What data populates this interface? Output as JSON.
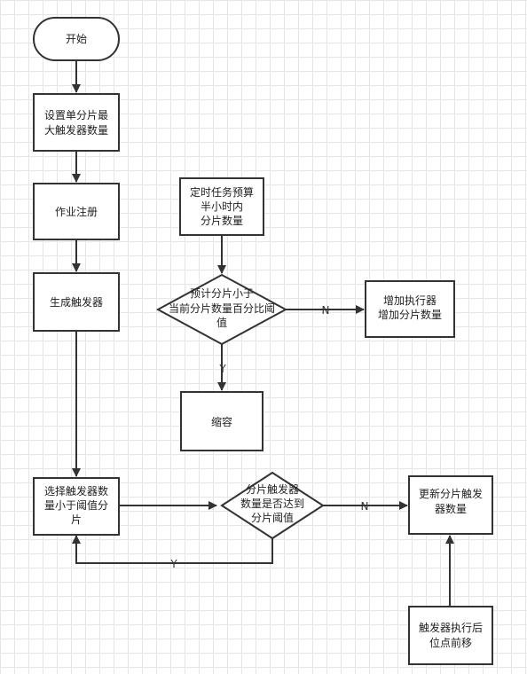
{
  "nodes": {
    "start": "开始",
    "set_max": [
      "设置单分片最",
      "大触发器数量"
    ],
    "register": "作业注册",
    "gen_trigger": "生成触发器",
    "timer": [
      "定时任务预算",
      "半小时内",
      "分片数量"
    ],
    "predict": [
      "预计分片小于",
      "当前分片数量百分比阈",
      "值"
    ],
    "add_exec": [
      "增加执行器",
      "增加分片数量"
    ],
    "shrink": "缩容",
    "select": [
      "选择触发器数",
      "量小于阈值分",
      "片"
    ],
    "reach": [
      "分片触发器",
      "数量是否达到",
      "分片阈值"
    ],
    "update": [
      "更新分片触发",
      "器数量"
    ],
    "move": [
      "触发器执行后",
      "位点前移"
    ]
  },
  "edge_labels": {
    "predict_no": "N",
    "predict_yes": "Y",
    "reach_no": "N",
    "reach_yes": "Y"
  }
}
